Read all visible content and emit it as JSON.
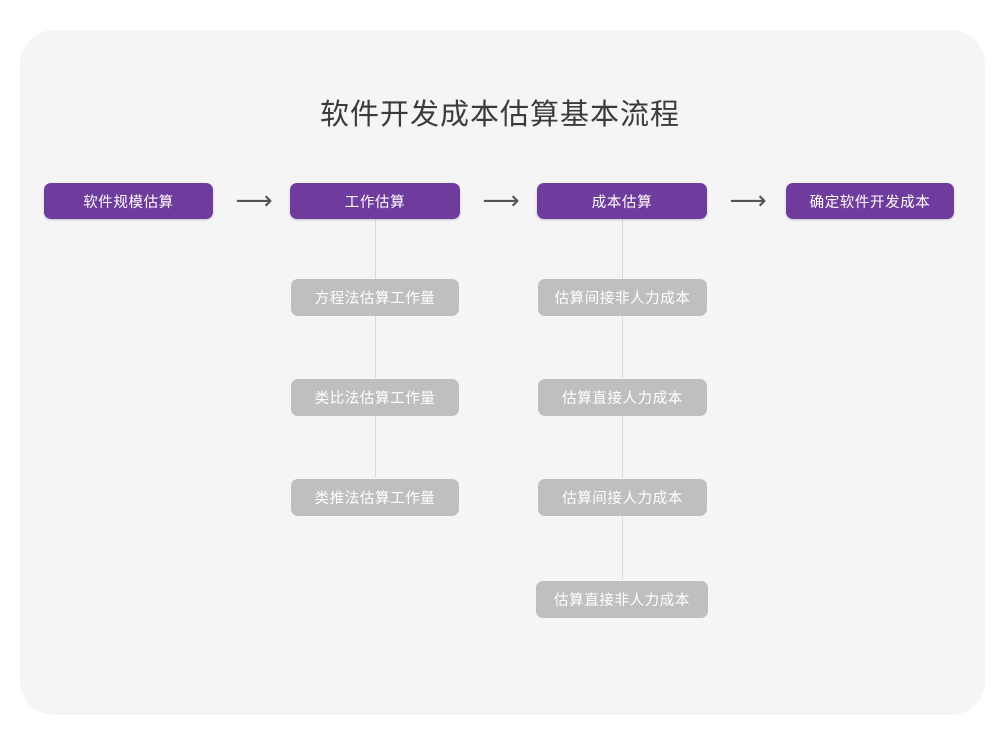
{
  "title": "软件开发成本估算基本流程",
  "colors": {
    "page_background": "#ffffff",
    "panel_background": "#f5f5f5",
    "primary_node": "#6f3c9e",
    "secondary_node": "#bfbfbf",
    "title_text": "#3b3b3b",
    "node_text": "#ffffff",
    "connector_line": "#d9d9d9",
    "arrow": "#555555"
  },
  "chart_data": {
    "type": "diagram",
    "title": "软件开发成本估算基本流程",
    "orientation": "left-to-right main flow with vertical sub-step branches",
    "main_stages": [
      {
        "id": "stage1",
        "label": "软件规模估算",
        "substeps": []
      },
      {
        "id": "stage2",
        "label": "工作估算",
        "substeps": [
          "方程法估算工作量",
          "类比法估算工作量",
          "类推法估算工作量"
        ]
      },
      {
        "id": "stage3",
        "label": "成本估算",
        "substeps": [
          "估算间接非人力成本",
          "估算直接人力成本",
          "估算间接人力成本",
          "估算直接非人力成本"
        ]
      },
      {
        "id": "stage4",
        "label": "确定软件开发成本",
        "substeps": []
      }
    ],
    "arrows": [
      "⟶",
      "⟶",
      "⟶"
    ],
    "arrow_glyph": "⟶"
  },
  "nodes": {
    "stage1": "软件规模估算",
    "stage2": "工作估算",
    "stage3": "成本估算",
    "stage4": "确定软件开发成本",
    "col1": [
      "方程法估算工作量",
      "类比法估算工作量",
      "类推法估算工作量"
    ],
    "col2": [
      "估算间接非人力成本",
      "估算直接人力成本",
      "估算间接人力成本",
      "估算直接非人力成本"
    ]
  },
  "arrows": {
    "a1": "⟶",
    "a2": "⟶",
    "a3": "⟶"
  }
}
